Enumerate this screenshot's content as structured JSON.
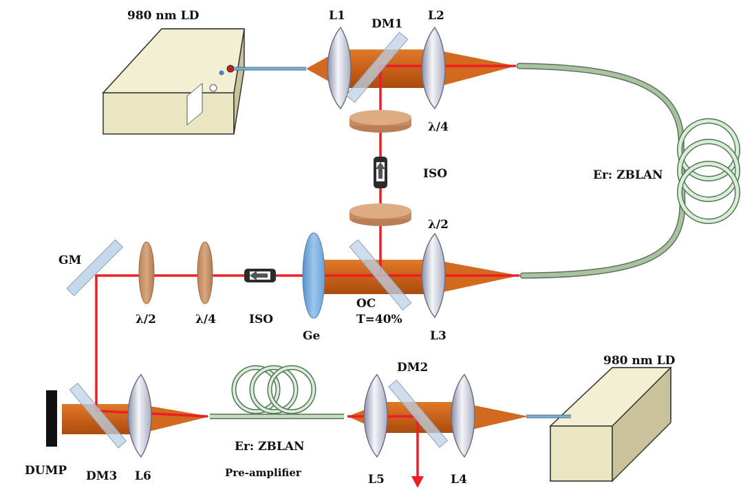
{
  "labels": {
    "ld_top": "980 nm LD",
    "ld_bottom": "980 nm LD",
    "l1": "L1",
    "dm1": "DM1",
    "l2": "L2",
    "qwp_top": "λ/4",
    "iso_vertical": "ISO",
    "hwp_top": "λ/2",
    "er_zblan_main": "Er: ZBLAN",
    "gm": "GM",
    "hwp_left": "λ/2",
    "qwp_left": "λ/4",
    "iso_left": "ISO",
    "ge": "Ge",
    "oc": "OC",
    "oc_t": "T=40%",
    "l3": "L3",
    "dm2": "DM2",
    "dump": "DUMP",
    "dm3": "DM3",
    "l6": "L6",
    "er_zblan_pre": "Er: ZBLAN",
    "pre_amp": "Pre-amplifier",
    "l5": "L5",
    "l4": "L4"
  },
  "colors": {
    "laser_beam": "#ee1c24",
    "pump_beam": "#d2691e",
    "fiber": "#8fa886",
    "fiber_coil": "#cfe8cf",
    "ld_body": "#ebe6c2",
    "lens": "#c9ccdc",
    "plate": "#cfa27a",
    "dichroic": "#bcd2e6",
    "ge_window": "#7fb1e0",
    "dump": "#111111"
  }
}
